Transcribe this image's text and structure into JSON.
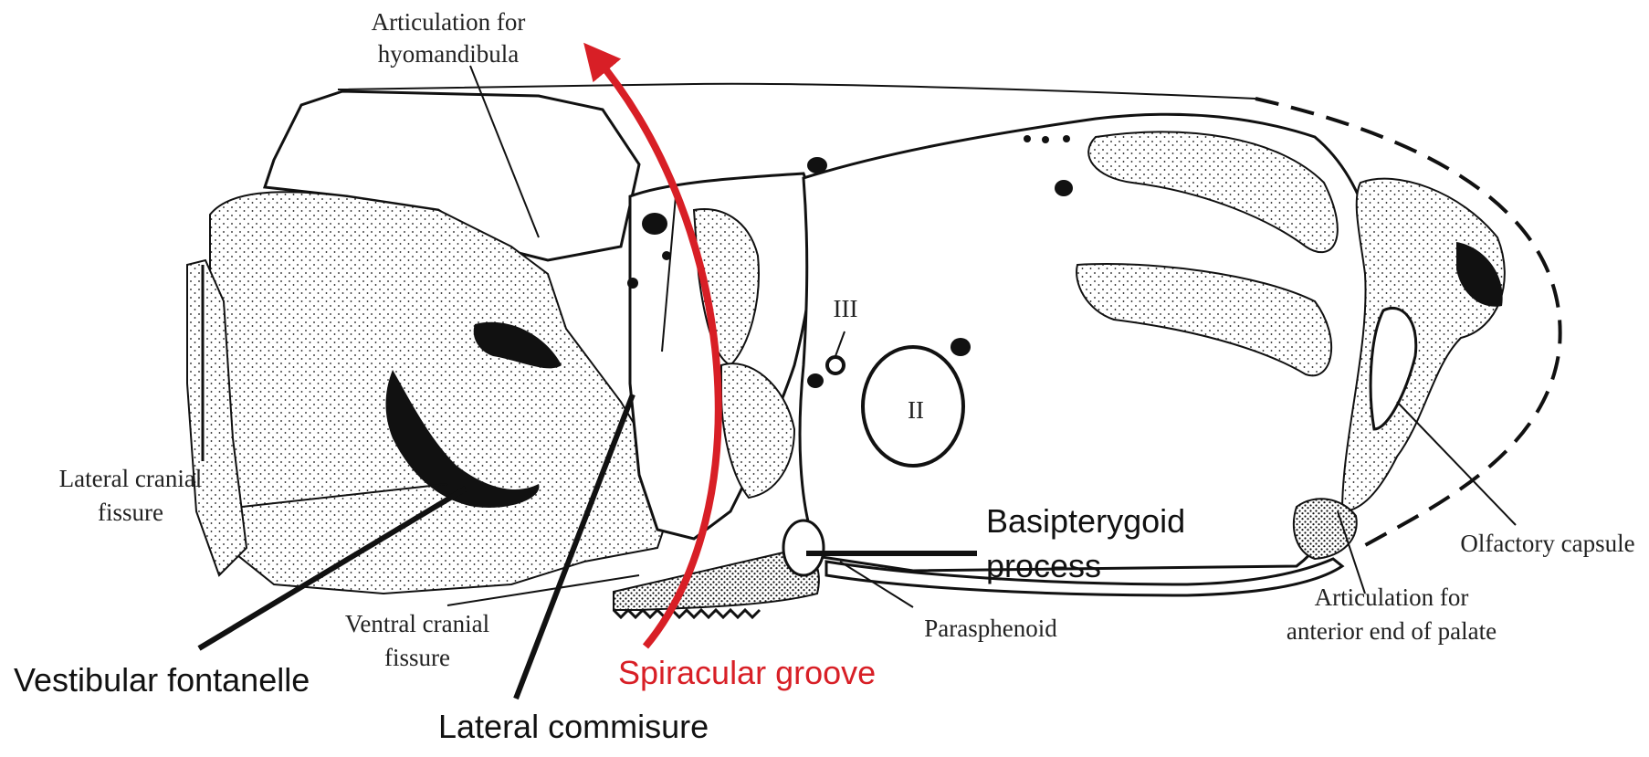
{
  "colors": {
    "ink": "#111111",
    "accent_red": "#d81f26",
    "background": "#ffffff"
  },
  "labels": {
    "articulation_hyomandibula_1": "Articulation for",
    "articulation_hyomandibula_2": "hyomandibula",
    "lateral_cranial_fissure_1": "Lateral cranial",
    "lateral_cranial_fissure_2": "fissure",
    "ventral_cranial_fissure_1": "Ventral cranial",
    "ventral_cranial_fissure_2": "fissure",
    "parasphenoid": "Parasphenoid",
    "olfactory_capsule": "Olfactory capsule",
    "articulation_palate_1": "Articulation for",
    "articulation_palate_2": "anterior end of palate",
    "nerve_iii": "III",
    "nerve_ii": "II"
  },
  "annotations": {
    "vestibular_fontanelle": "Vestibular fontanelle",
    "lateral_commisure": "Lateral commisure",
    "spiracular_groove": "Spiracular groove",
    "basipterygoid_1": "Basipterygoid",
    "basipterygoid_2": "process"
  },
  "icons": {
    "skull": "braincase-lateral-view-drawing",
    "arrow": "red-curved-arrow"
  }
}
